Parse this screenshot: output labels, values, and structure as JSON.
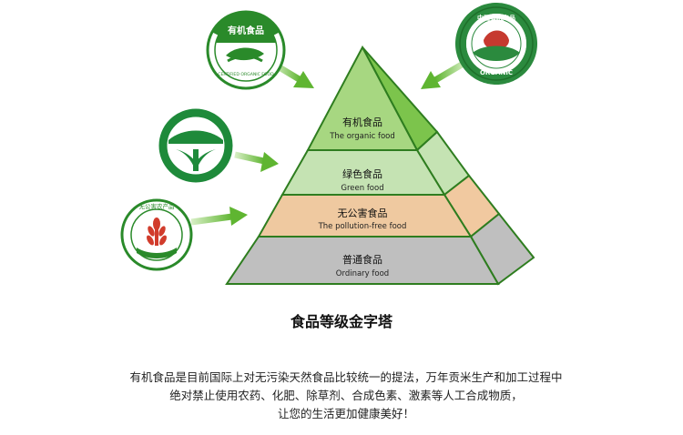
{
  "pyramid": {
    "tiers": [
      {
        "cn": "有机食品",
        "en": "The organic food",
        "color": "#a7d781"
      },
      {
        "cn": "绿色食品",
        "en": "Green food",
        "color": "#c5e3b3"
      },
      {
        "cn": "无公害食品",
        "en": "The pollution-free food",
        "color": "#efc9a0"
      },
      {
        "cn": "普通食品",
        "en": "Ordinary food",
        "color": "#bfbfbf"
      }
    ],
    "outline_color": "#2e7d1f"
  },
  "logos": {
    "organic_cert": {
      "top_text": "有机食品",
      "ring_text": "CERTIFIED ORGANIC FOOD"
    },
    "china_organic": {
      "top_text": "中国有机产品",
      "bottom_text": "ORGANIC"
    },
    "green_food": {},
    "pollution_free": {
      "ring_text": "无公害农产品"
    }
  },
  "title": "食品等级金字塔",
  "description": {
    "line1": "有机食品是目前国际上对无污染天然食品比较统一的提法，万年贡米生产和加工过程中",
    "line2": "绝对禁止使用农药、化肥、除草剂、合成色素、激素等人工合成物质，",
    "line3": "让您的生活更加健康美好！"
  }
}
